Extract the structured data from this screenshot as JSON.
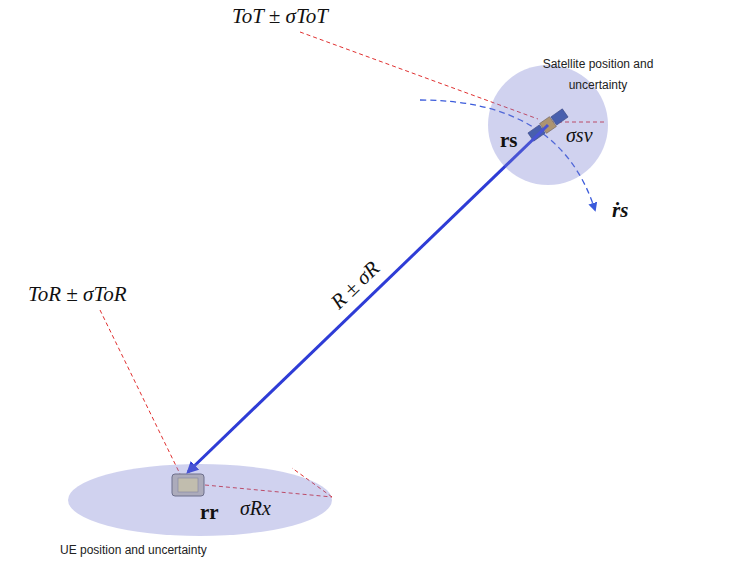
{
  "diagram": {
    "nodes": [
      {
        "text": [
          "Satellite position and uncertainty",
          "σsv",
          "rs"
        ]
      },
      {
        "text": [
          "σRx",
          "rr",
          "UE position and uncertainty"
        ]
      }
    ],
    "edges": [
      {
        "from": 0,
        "to": 1,
        "arrow": "to",
        "label": "R ± σR"
      }
    ],
    "labels": [
      "ToT ± σToT",
      "ṙs",
      "ToR ± σToR"
    ]
  }
}
